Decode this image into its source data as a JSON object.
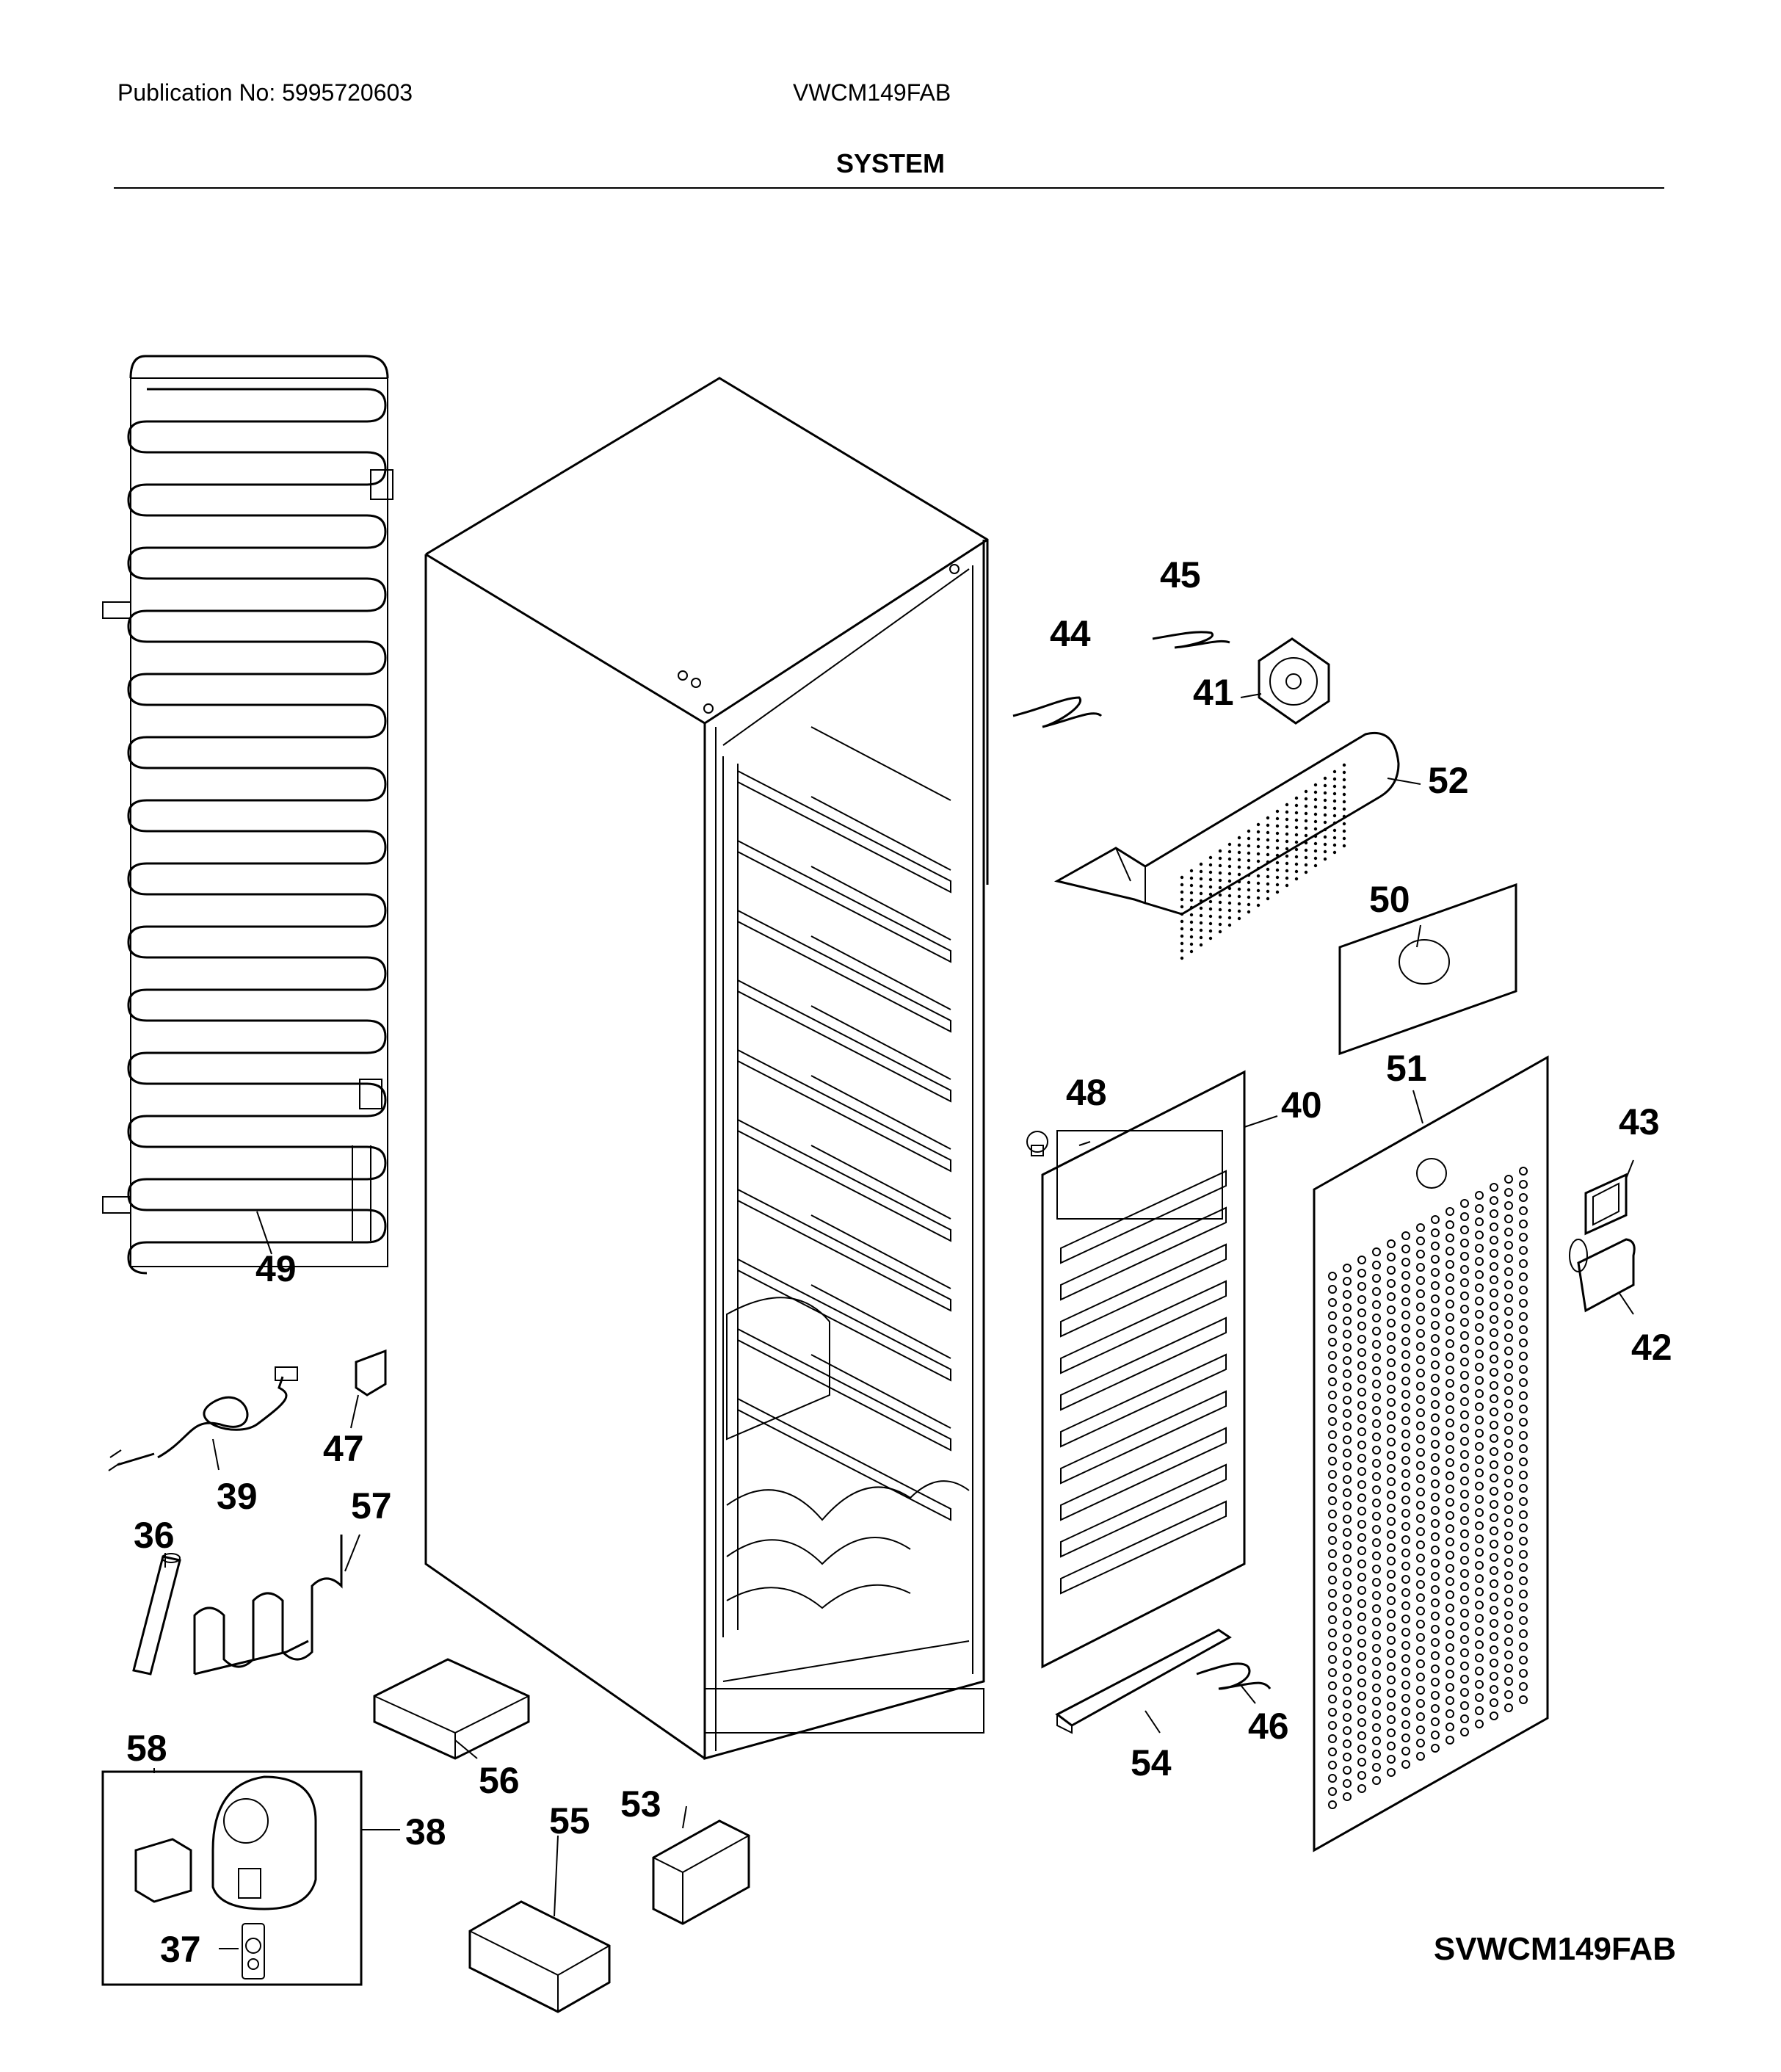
{
  "header": {
    "publication": "Publication No: 5995720603",
    "model": "VWCM149FAB",
    "section": "SYSTEM"
  },
  "footer": {
    "diagram_code": "SVWCM149FAB"
  },
  "callouts": {
    "p36": "36",
    "p37": "37",
    "p38": "38",
    "p39": "39",
    "p40": "40",
    "p41": "41",
    "p42": "42",
    "p43": "43",
    "p44": "44",
    "p45": "45",
    "p46": "46",
    "p47": "47",
    "p48": "48",
    "p49": "49",
    "p50": "50",
    "p51": "51",
    "p52": "52",
    "p53": "53",
    "p54": "54",
    "p55": "55",
    "p56": "56",
    "p57": "57",
    "p58": "58"
  }
}
